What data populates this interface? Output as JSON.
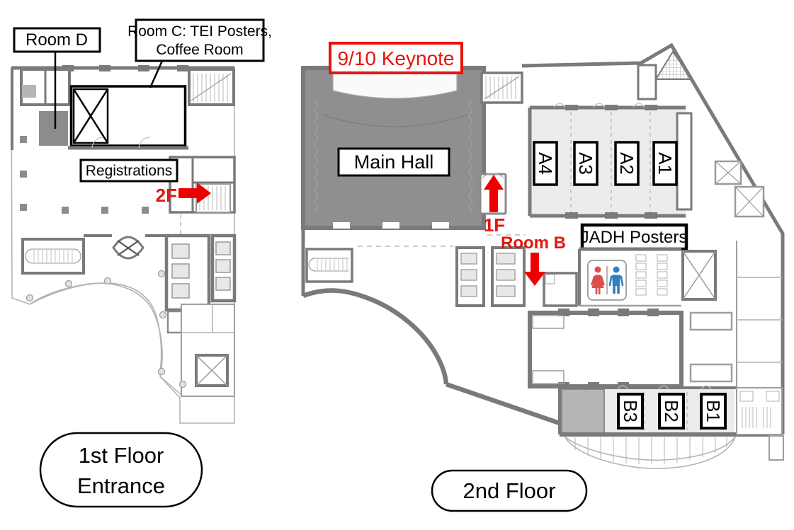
{
  "palette": {
    "wall_gray": "#7a7a7a",
    "wall_light": "#9e9e9e",
    "room_light_fill": "#ececec",
    "main_hall_fill": "#8f8f8f",
    "dark_room_fill": "#8c8c8c",
    "medium_room_fill": "#b5b5b5",
    "annotation_red": "#e8130c",
    "arrow_red": "#ee0000",
    "restroom_female_red": "#dd4f4f",
    "restroom_male_blue": "#2f7fc1",
    "label_box_fill": "#ffffff",
    "label_box_border": "#000000"
  },
  "floor1": {
    "room_d_label": "Room D",
    "room_c_label_line1": "Room C: TEI Posters,",
    "room_c_label_line2": "Coffee Room",
    "registrations_label": "Registrations",
    "stairs_to_2f_label": "2F",
    "caption_line1": "1st Floor",
    "caption_line2": "Entrance"
  },
  "floor2": {
    "keynote_label": "9/10 Keynote",
    "main_hall_label": "Main Hall",
    "stairs_to_1f_label": "1F",
    "room_b_label": "Room B",
    "jadh_posters_label": "JADH Posters",
    "rooms_a": [
      "A4",
      "A3",
      "A2",
      "A1"
    ],
    "rooms_b": [
      "B3",
      "B2",
      "B1"
    ],
    "caption": "2nd Floor"
  },
  "icons": {
    "restroom_sign": "restroom-sign",
    "female_figure": "female-icon",
    "male_figure": "male-icon",
    "up_arrow": "arrow-up-icon",
    "down_arrow": "arrow-down-icon",
    "right_arrow": "arrow-right-icon"
  }
}
